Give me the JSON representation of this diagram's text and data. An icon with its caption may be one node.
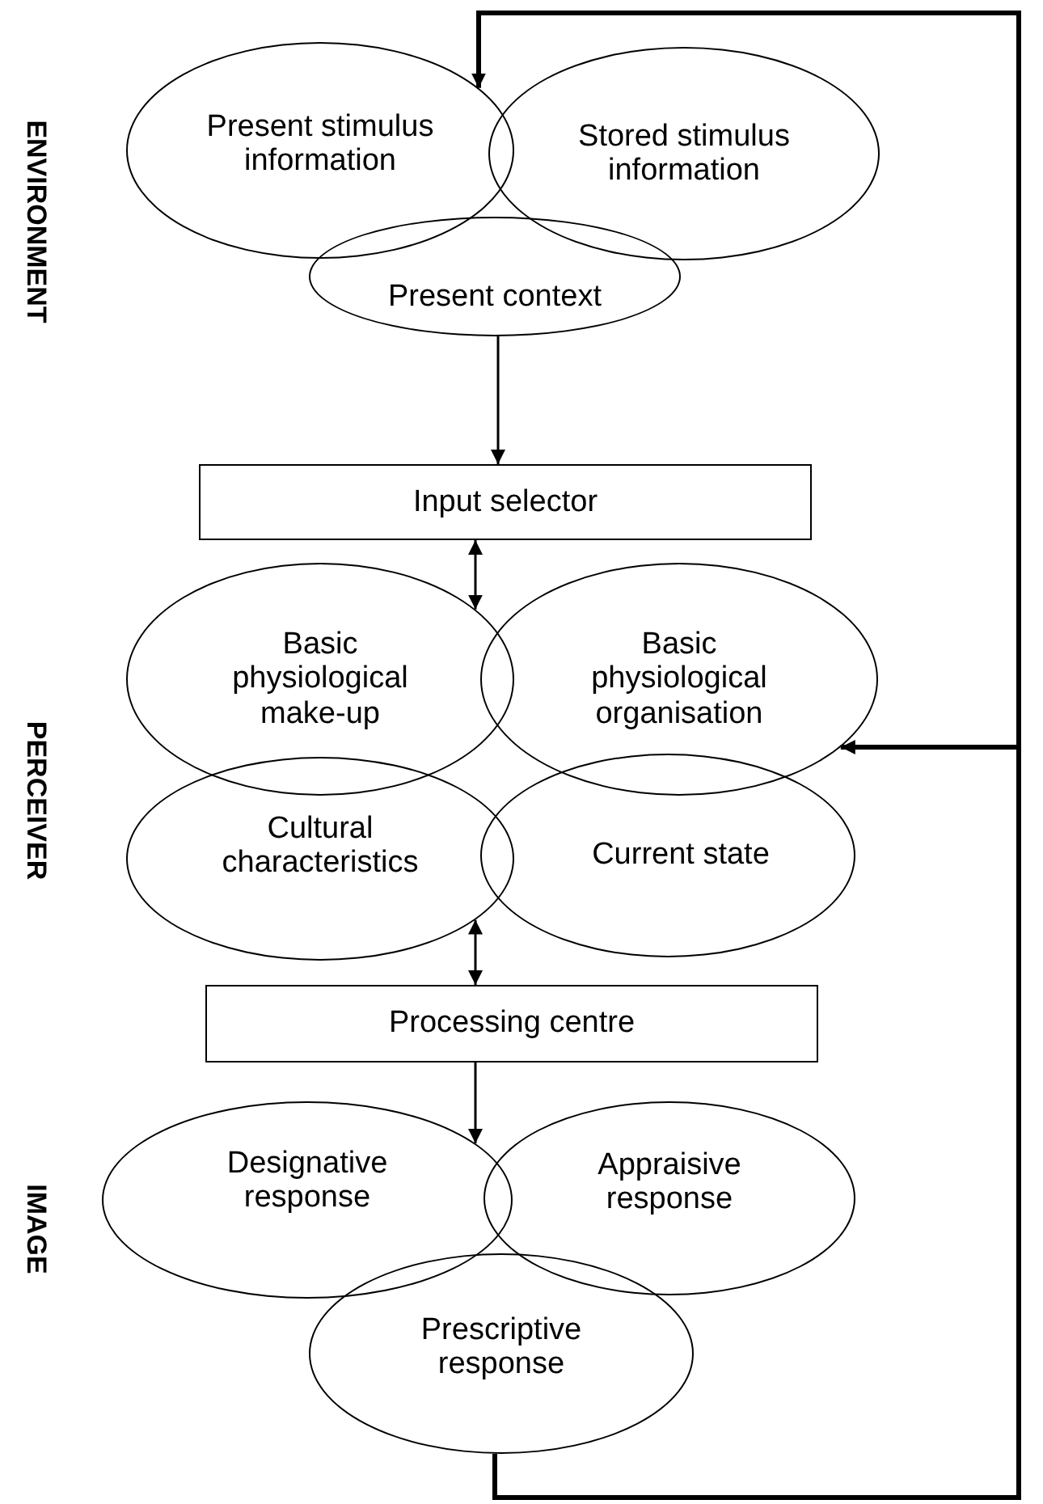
{
  "diagram": {
    "nodes": [
      {
        "text": [
          "Present stimulus information"
        ]
      },
      {
        "text": [
          "Stored stimulus information"
        ]
      },
      {
        "text": [
          "Present context"
        ]
      },
      {
        "text": [
          "Input selector"
        ]
      },
      {
        "text": [
          "Basic physiological make-up"
        ]
      },
      {
        "text": [
          "Basic physiological organisation"
        ]
      },
      {
        "text": [
          "Cultural characteristics"
        ]
      },
      {
        "text": [
          "Current state"
        ]
      },
      {
        "text": [
          "Processing centre"
        ]
      },
      {
        "text": [
          "Designative response"
        ]
      },
      {
        "text": [
          "Appraisive response"
        ]
      },
      {
        "text": [
          "Prescriptive response"
        ]
      }
    ],
    "edges": [
      {
        "from": 2,
        "to": 3,
        "arrow": "to"
      },
      {
        "from": 3,
        "to": 4,
        "arrow": "both"
      },
      {
        "from": 6,
        "to": 8,
        "arrow": "both"
      },
      {
        "from": 8,
        "to": 9,
        "arrow": "to"
      },
      {
        "from": 11,
        "to": 0,
        "arrow": "to",
        "style": "thick"
      },
      {
        "from": 11,
        "to": 5,
        "arrow": "to",
        "style": "thick"
      }
    ],
    "labels": [
      "ENVIRONMENT",
      "PERCEIVER",
      "IMAGE"
    ]
  }
}
